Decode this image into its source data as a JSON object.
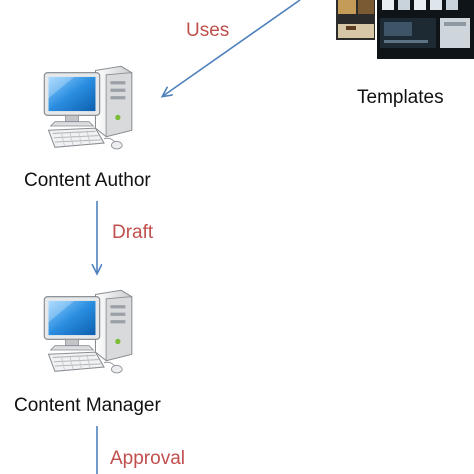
{
  "diagram": {
    "nodes": {
      "templates": {
        "label": "Templates"
      },
      "content_author": {
        "label": "Content Author"
      },
      "content_manager": {
        "label": "Content Manager"
      }
    },
    "edges": {
      "uses": {
        "label": "Uses",
        "from": "templates",
        "to": "content_author"
      },
      "draft": {
        "label": "Draft",
        "from": "content_author",
        "to": "content_manager"
      },
      "approval": {
        "label": "Approval",
        "from": "content_manager"
      }
    },
    "colors": {
      "edge_label": "#c0504d",
      "arrow": "#4f81bd",
      "node_label": "#111111"
    }
  }
}
